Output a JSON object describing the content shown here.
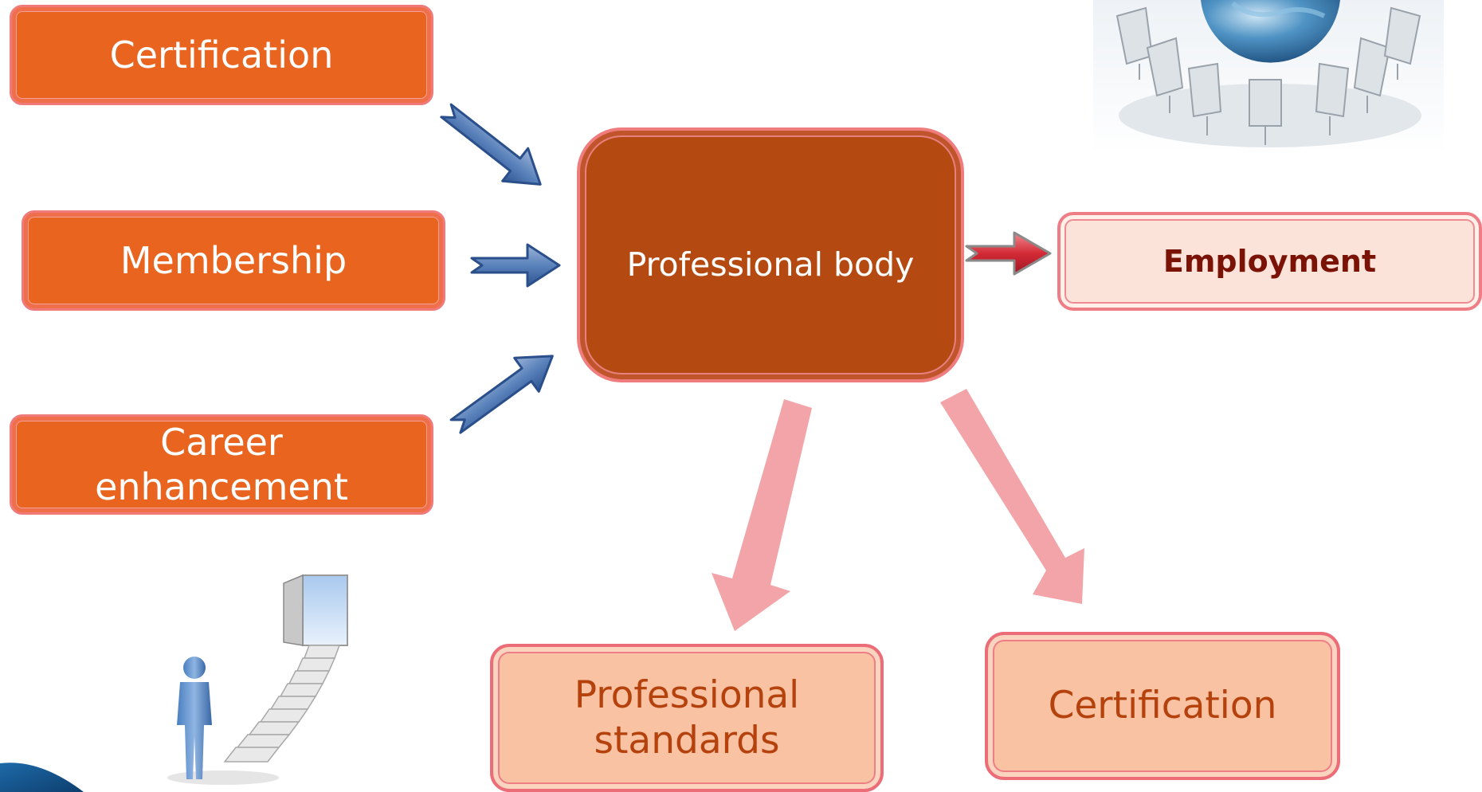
{
  "inputs": {
    "certification": "Certification",
    "membership": "Membership",
    "career_enhancement_line1": "Career",
    "career_enhancement_line2": "enhancement"
  },
  "center": {
    "label": "Professional body"
  },
  "outputs": {
    "employment": "Employment",
    "professional_standards_line1": "Professional",
    "professional_standards_line2": "standards",
    "certification": "Certification"
  },
  "colors": {
    "input_box": "#e8641f",
    "center_box": "#b44a12",
    "employment_box": "#fce3d9",
    "output_box": "#f8c2a3",
    "blue_arrow": "#4a73ad",
    "pink_arrow": "#f2a4a8",
    "red_arrow": "#d32a36"
  },
  "icons": {
    "top_right": "globe-conference-table-illustration",
    "bottom_left": "person-stairs-door-illustration",
    "bottom_left_corner": "blue-corner-swoosh"
  }
}
